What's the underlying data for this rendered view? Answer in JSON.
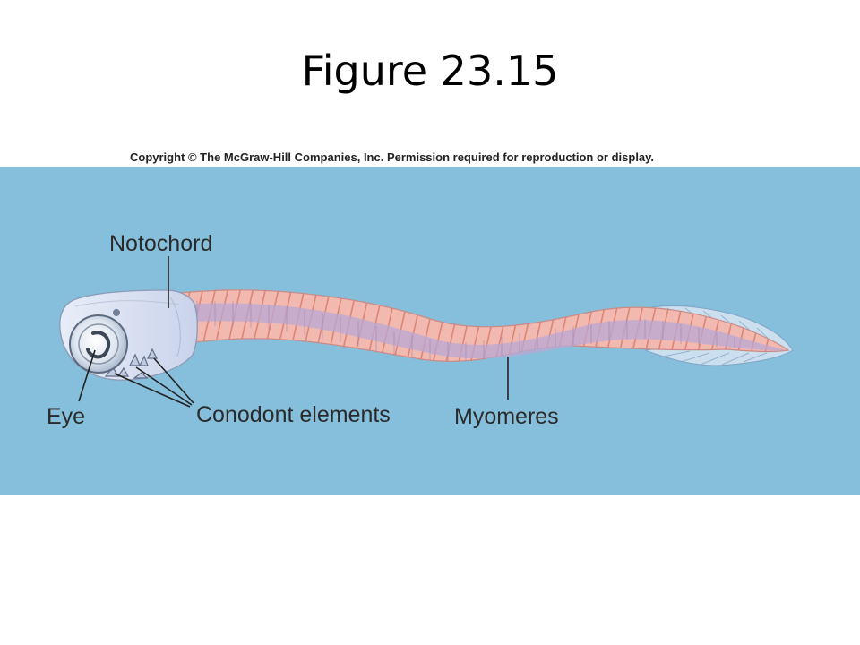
{
  "slide": {
    "title": "Figure 23.15"
  },
  "figure": {
    "copyright": "Copyright © The McGraw-Hill Companies, Inc. Permission required for reproduction or display.",
    "background_color": "#86bfdc",
    "labels": {
      "notochord": "Notochord",
      "eye": "Eye",
      "conodont_elements": "Conodont elements",
      "myomeres": "Myomeres"
    },
    "colors": {
      "body": "#f2b9b0",
      "notochord": "#b8a8d4",
      "head": "#d4dff0",
      "myomere_lines": "#d9806e"
    }
  }
}
